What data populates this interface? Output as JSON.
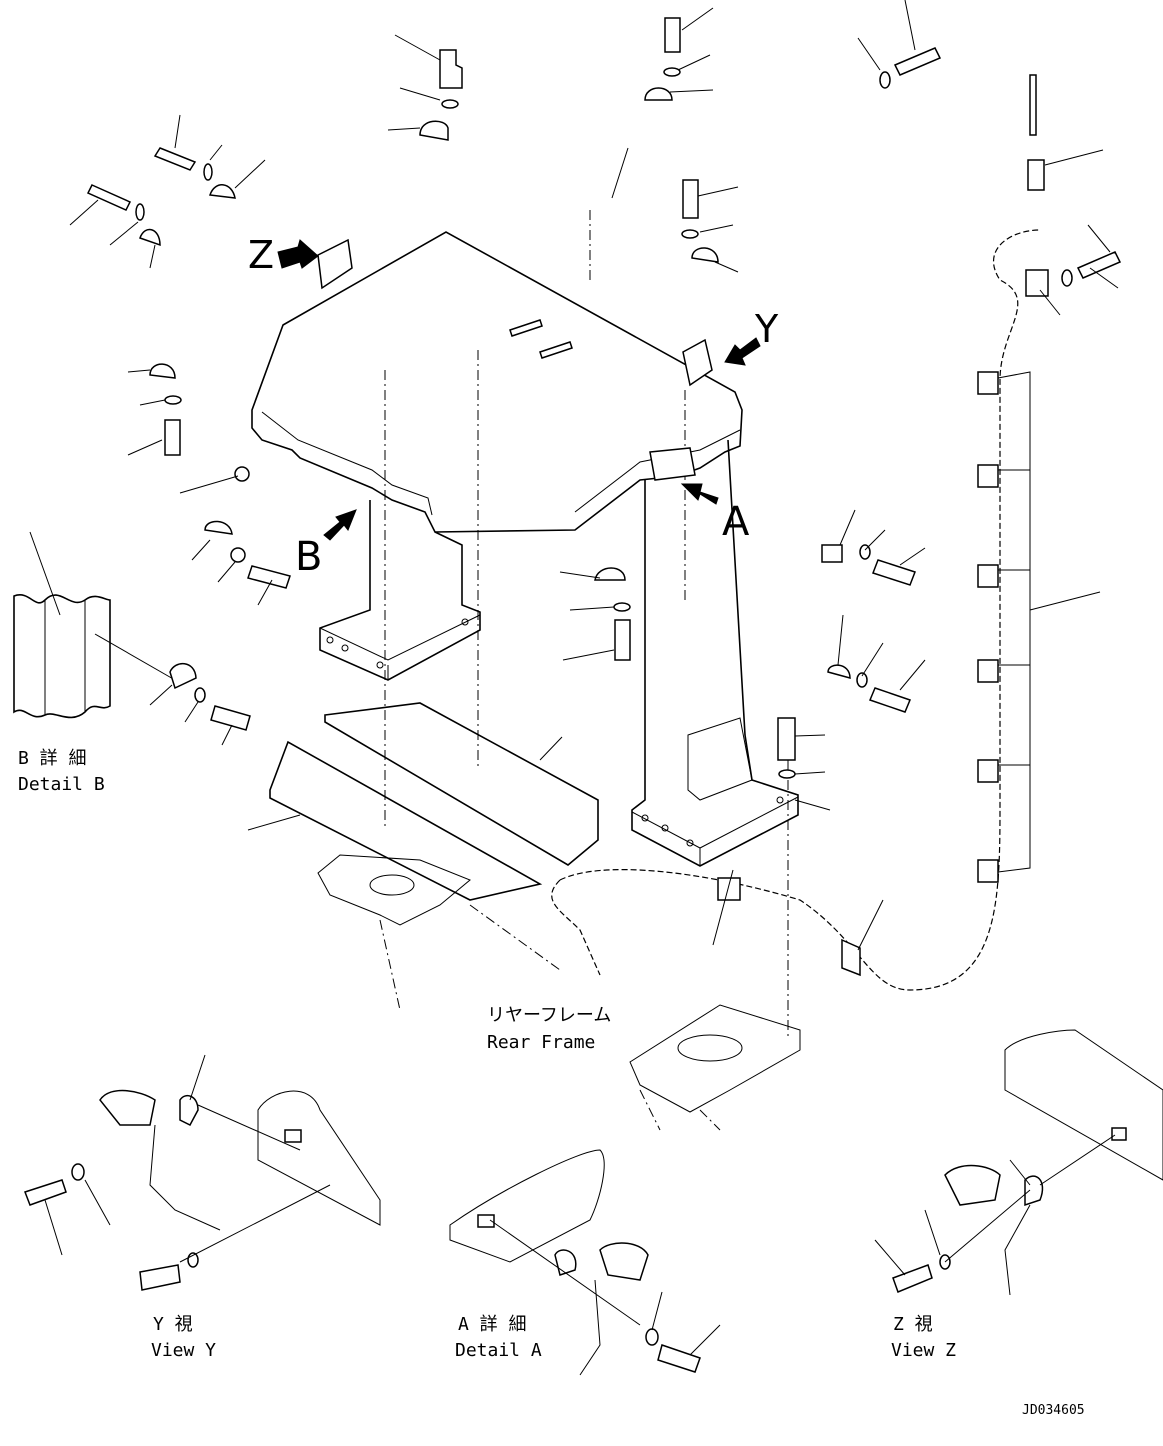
{
  "labels": {
    "view_z_arrow": "Z",
    "view_y_arrow": "Y",
    "detail_b_arrow": "B",
    "detail_a_arrow": "A",
    "detail_b_jp": "B 詳 細",
    "detail_b_en": "Detail B",
    "rear_frame_jp": "リヤーフレーム",
    "rear_frame_en": "Rear Frame",
    "view_y_jp": "Y  視",
    "view_y_en": "View Y",
    "detail_a_jp": "A 詳 細",
    "detail_a_en": "Detail A",
    "view_z_jp": "Z  視",
    "view_z_en": "View Z",
    "drawing_id": "JD034605"
  }
}
